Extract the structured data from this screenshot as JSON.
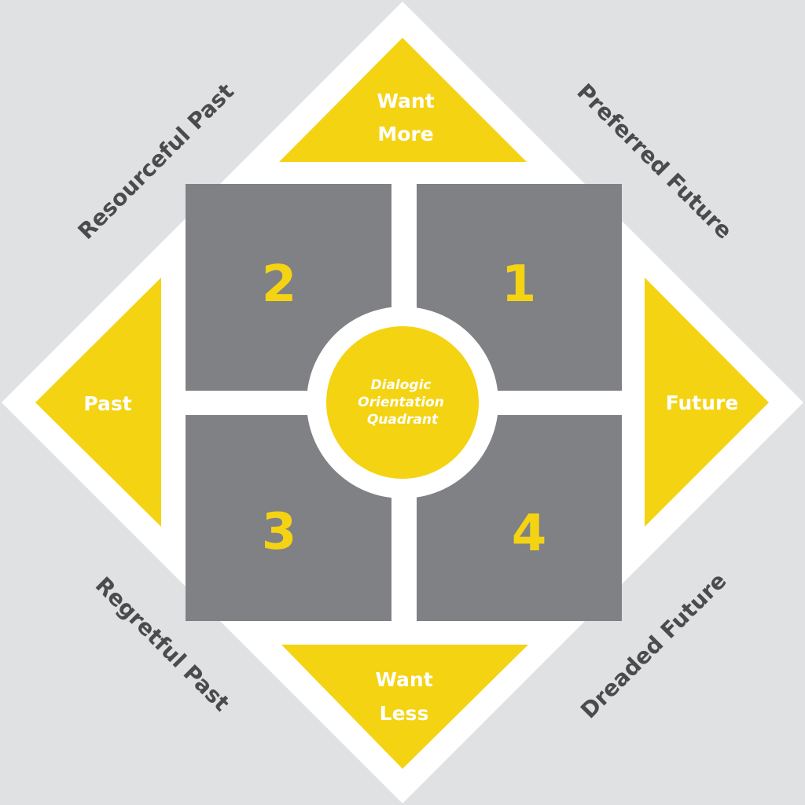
{
  "colors": {
    "background": "#e0e1e3",
    "diamond": "#ffffff",
    "quadrant": "#808184",
    "accent": "#f4d313",
    "side_text": "#4a4b4d"
  },
  "center": {
    "line1": "Dialogic",
    "line2": "Orientation",
    "line3": "Quadrant"
  },
  "quadrants": [
    {
      "number": "1"
    },
    {
      "number": "2"
    },
    {
      "number": "3"
    },
    {
      "number": "4"
    }
  ],
  "triangles": {
    "top": {
      "line1": "Want",
      "line2": "More"
    },
    "bottom": {
      "line1": "Want",
      "line2": "Less"
    },
    "left": "Past",
    "right": "Future"
  },
  "side_labels": {
    "top_left": "Resourceful Past",
    "top_right": "Preferred Future",
    "bottom_left": "Regretful Past",
    "bottom_right": "Dreaded Future"
  }
}
